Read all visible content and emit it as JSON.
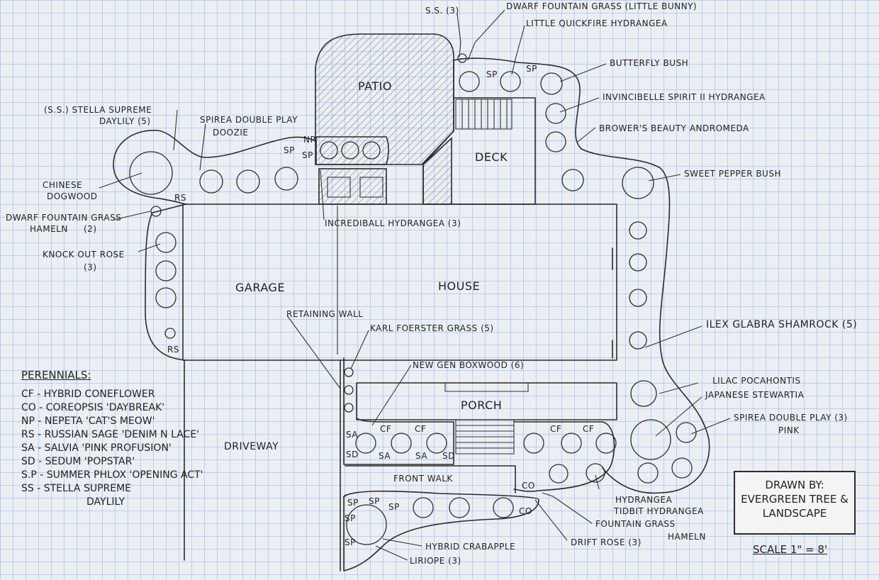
{
  "structures": {
    "patio": "PATIO",
    "deck": "DECK",
    "garage": "GARAGE",
    "house": "HOUSE",
    "porch": "PORCH",
    "driveway": "DRIVEWAY",
    "front_walk": "FRONT WALK",
    "retaining_wall": "RETAINING WALL"
  },
  "labels": {
    "ss3": "S.S. (3)",
    "dwarf_fountain_little_bunny": "DWARF FOUNTAIN GRASS (LITTLE BUNNY)",
    "little_quickfire": "LITTLE QUICKFIRE HYDRANGEA",
    "butterfly_bush": "BUTTERFLY BUSH",
    "invincibelle": "INVINCIBELLE SPIRIT II HYDRANGEA",
    "browers_beauty": "BROWER'S BEAUTY ANDROMEDA",
    "sweet_pepper": "SWEET PEPPER BUSH",
    "stella_line1": "(S.S.) STELLA SUPREME",
    "stella_line2": "DAYLILY (5)",
    "spirea_doozie_1": "SPIREA DOUBLE PLAY",
    "spirea_doozie_2": "DOOZIE",
    "chinese_dogwood_1": "CHINESE",
    "chinese_dogwood_2": "DOGWOOD",
    "dwarf_hameln_1": "DWARF FOUNTAIN GRASS",
    "dwarf_hameln_2": "HAMELN",
    "dwarf_hameln_3": "(2)",
    "knockout_1": "KNOCK OUT ROSE",
    "knockout_2": "(3)",
    "incrediball": "INCREDIBALL HYDRANGEA (3)",
    "karl_foerster": "KARL FOERSTER GRASS (5)",
    "new_gen_boxwood": "NEW GEN BOXWOOD (6)",
    "ilex_glabra": "ILEX GLABRA SHAMROCK (5)",
    "lilac": "LILAC POCAHONTIS",
    "stewartia": "JAPANESE STEWARTIA",
    "spirea_pink_1": "SPIREA DOUBLE PLAY (3)",
    "spirea_pink_2": "PINK",
    "hydrangea_tidbit_1": "HYDRANGEA",
    "hydrangea_tidbit_2": "TIDBIT HYDRANGEA",
    "fountain_hameln_1": "FOUNTAIN GRASS",
    "fountain_hameln_2": "HAMELN",
    "drift_rose": "DRIFT ROSE (3)",
    "crabapple": "HYBRID CRABAPPLE",
    "liriope": "LIRIOPE (3)",
    "np": "NP",
    "sp": "SP",
    "rs": "RS",
    "cf": "CF",
    "sa": "SA",
    "sd": "SD",
    "co": "CO"
  },
  "legend": {
    "title": "PERENNIALS:",
    "items": [
      "CF - HYBRID CONEFLOWER",
      "CO - COREOPSIS 'DAYBREAK'",
      "NP - NEPETA 'CAT'S MEOW'",
      "RS - RUSSIAN SAGE 'DENIM N LACE'",
      "SA - SALVIA 'PINK PROFUSION'",
      "SD - SEDUM 'POPSTAR'",
      "S.P - SUMMER PHLOX 'OPENING ACT'",
      "SS - STELLA SUPREME",
      "DAYLILY"
    ]
  },
  "credits": {
    "line1": "DRAWN BY:",
    "line2": "EVERGREEN TREE &",
    "line3": "LANDSCAPE",
    "scale": "SCALE 1\" = 8'"
  }
}
